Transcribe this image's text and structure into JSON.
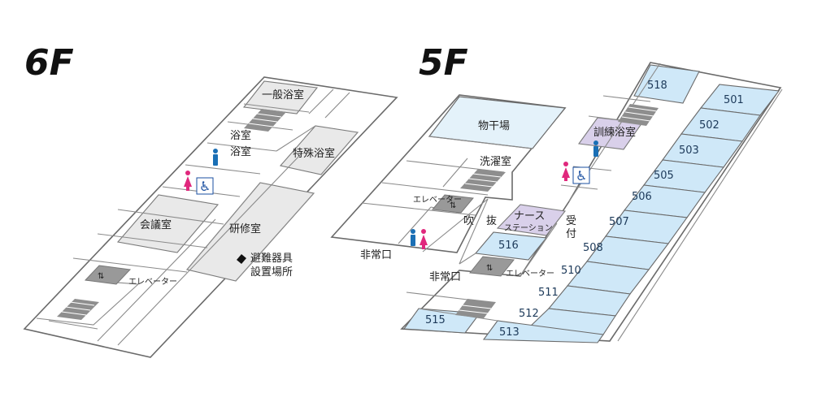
{
  "floors": {
    "f6": {
      "title": "6F",
      "rooms": {
        "ippan_yokushitsu": "一般浴室",
        "yokushitsu1": "浴室",
        "yokushitsu2": "浴室",
        "tokushu_yokushitsu": "特殊浴室",
        "kaigishitsu": "会議室",
        "kenshushitsu": "研修室"
      },
      "elevator": "エレベーター",
      "evac_label_1": "避難器具",
      "evac_label_2": "設置場所"
    },
    "f5": {
      "title": "5F",
      "rooms": {
        "monohoshiba": "物干場",
        "sentakushitsu": "洗濯室",
        "kunren_yokushitsu": "訓練浴室",
        "nurse_1": "ナース",
        "nurse_2": "ステーション",
        "fuki": "吹",
        "nuke": "抜",
        "uke": "受",
        "tsuke": "付"
      },
      "elevator_1": "エレベーター",
      "elevator_2": "エレベーター",
      "emergency_exit_1": "非常口",
      "emergency_exit_2": "非常口",
      "room_numbers": {
        "r501": "501",
        "r502": "502",
        "r503": "503",
        "r505": "505",
        "r506": "506",
        "r507": "507",
        "r508": "508",
        "r510": "510",
        "r511": "511",
        "r512": "512",
        "r513": "513",
        "r515": "515",
        "r516": "516",
        "r518": "518"
      }
    }
  },
  "colors": {
    "patient_room": "#cfe8f8",
    "bath": "#d9d0ea",
    "common": "#e9e9e9",
    "male_icon": "#1a6fb5",
    "female_icon": "#e0287d",
    "accessible_icon": "#1a4fa0"
  }
}
